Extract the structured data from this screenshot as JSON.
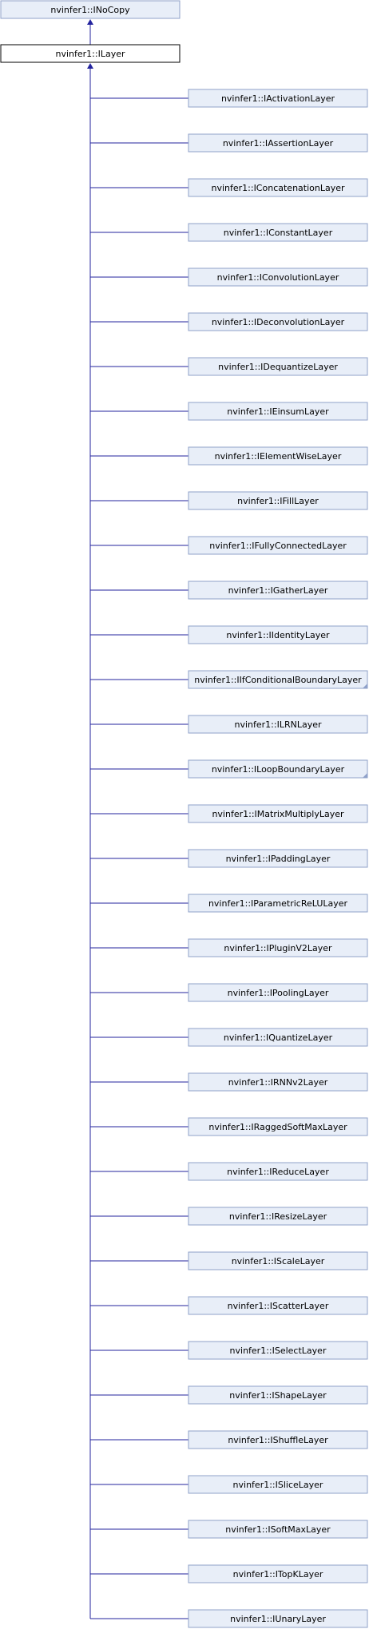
{
  "diagram": {
    "base": "nvinfer1::INoCopy",
    "current": "nvinfer1::ILayer",
    "children": [
      {
        "label": "nvinfer1::IActivationLayer",
        "truncated": false
      },
      {
        "label": "nvinfer1::IAssertionLayer",
        "truncated": false
      },
      {
        "label": "nvinfer1::IConcatenationLayer",
        "truncated": false
      },
      {
        "label": "nvinfer1::IConstantLayer",
        "truncated": false
      },
      {
        "label": "nvinfer1::IConvolutionLayer",
        "truncated": false
      },
      {
        "label": "nvinfer1::IDeconvolutionLayer",
        "truncated": false
      },
      {
        "label": "nvinfer1::IDequantizeLayer",
        "truncated": false
      },
      {
        "label": "nvinfer1::IEinsumLayer",
        "truncated": false
      },
      {
        "label": "nvinfer1::IElementWiseLayer",
        "truncated": false
      },
      {
        "label": "nvinfer1::IFillLayer",
        "truncated": false
      },
      {
        "label": "nvinfer1::IFullyConnectedLayer",
        "truncated": false
      },
      {
        "label": "nvinfer1::IGatherLayer",
        "truncated": false
      },
      {
        "label": "nvinfer1::IIdentityLayer",
        "truncated": false
      },
      {
        "label": "nvinfer1::IIfConditionalBoundaryLayer",
        "truncated": true
      },
      {
        "label": "nvinfer1::ILRNLayer",
        "truncated": false
      },
      {
        "label": "nvinfer1::ILoopBoundaryLayer",
        "truncated": true
      },
      {
        "label": "nvinfer1::IMatrixMultiplyLayer",
        "truncated": false
      },
      {
        "label": "nvinfer1::IPaddingLayer",
        "truncated": false
      },
      {
        "label": "nvinfer1::IParametricReLULayer",
        "truncated": false
      },
      {
        "label": "nvinfer1::IPluginV2Layer",
        "truncated": false
      },
      {
        "label": "nvinfer1::IPoolingLayer",
        "truncated": false
      },
      {
        "label": "nvinfer1::IQuantizeLayer",
        "truncated": false
      },
      {
        "label": "nvinfer1::IRNNv2Layer",
        "truncated": false
      },
      {
        "label": "nvinfer1::IRaggedSoftMaxLayer",
        "truncated": false
      },
      {
        "label": "nvinfer1::IReduceLayer",
        "truncated": false
      },
      {
        "label": "nvinfer1::IResizeLayer",
        "truncated": false
      },
      {
        "label": "nvinfer1::IScaleLayer",
        "truncated": false
      },
      {
        "label": "nvinfer1::IScatterLayer",
        "truncated": false
      },
      {
        "label": "nvinfer1::ISelectLayer",
        "truncated": false
      },
      {
        "label": "nvinfer1::IShapeLayer",
        "truncated": false
      },
      {
        "label": "nvinfer1::IShuffleLayer",
        "truncated": false
      },
      {
        "label": "nvinfer1::ISliceLayer",
        "truncated": false
      },
      {
        "label": "nvinfer1::ISoftMaxLayer",
        "truncated": false
      },
      {
        "label": "nvinfer1::ITopKLayer",
        "truncated": false
      },
      {
        "label": "nvinfer1::IUnaryLayer",
        "truncated": false
      }
    ]
  }
}
